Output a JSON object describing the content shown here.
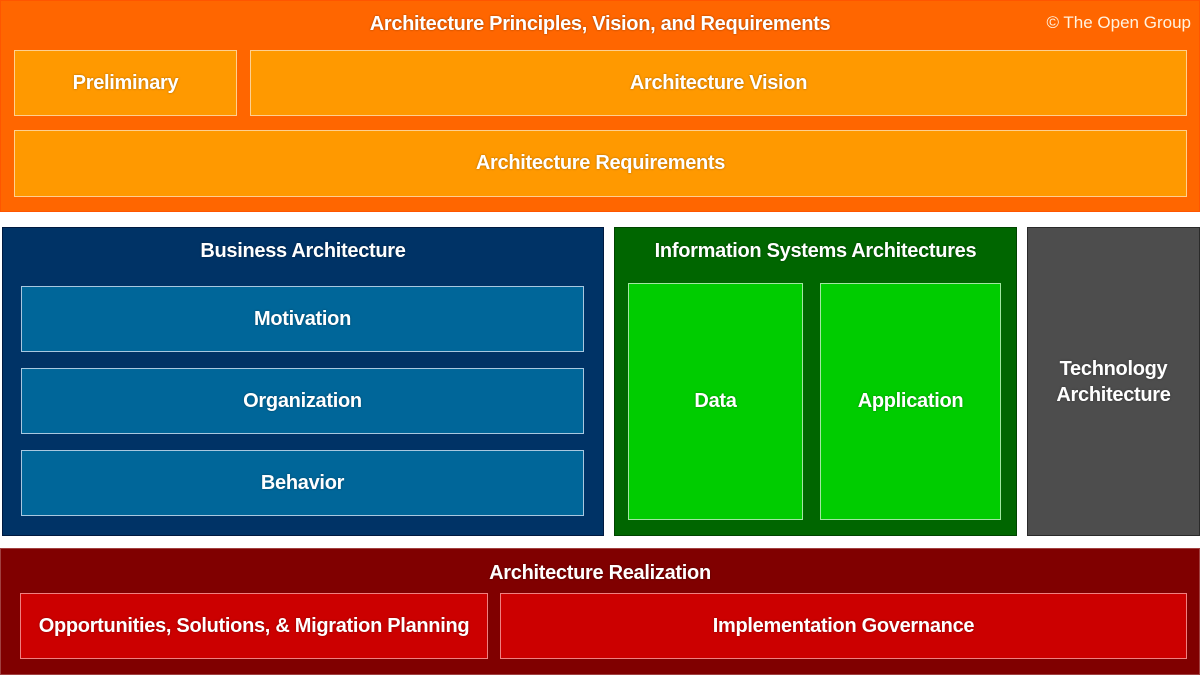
{
  "diagram": {
    "copyright": "© The Open Group",
    "principles": {
      "title": "Architecture Principles, Vision, and Requirements",
      "color": "#ff6600",
      "inner_color": "#ff9900",
      "items": [
        {
          "label": "Preliminary"
        },
        {
          "label": "Architecture Vision"
        },
        {
          "label": "Architecture Requirements"
        }
      ]
    },
    "business": {
      "title": "Business Architecture",
      "color": "#003366",
      "inner_color": "#006699",
      "items": [
        {
          "label": "Motivation"
        },
        {
          "label": "Organization"
        },
        {
          "label": "Behavior"
        }
      ]
    },
    "information_systems": {
      "title": "Information Systems Architectures",
      "color": "#006600",
      "inner_color": "#00cc00",
      "items": [
        {
          "label": "Data"
        },
        {
          "label": "Application"
        }
      ]
    },
    "technology": {
      "title_line1": "Technology",
      "title_line2": "Architecture",
      "color": "#4d4d4d"
    },
    "realization": {
      "title": "Architecture Realization",
      "color": "#800000",
      "inner_color": "#cc0000",
      "items": [
        {
          "label": "Opportunities, Solutions, & Migration Planning"
        },
        {
          "label": "Implementation Governance"
        }
      ]
    }
  }
}
